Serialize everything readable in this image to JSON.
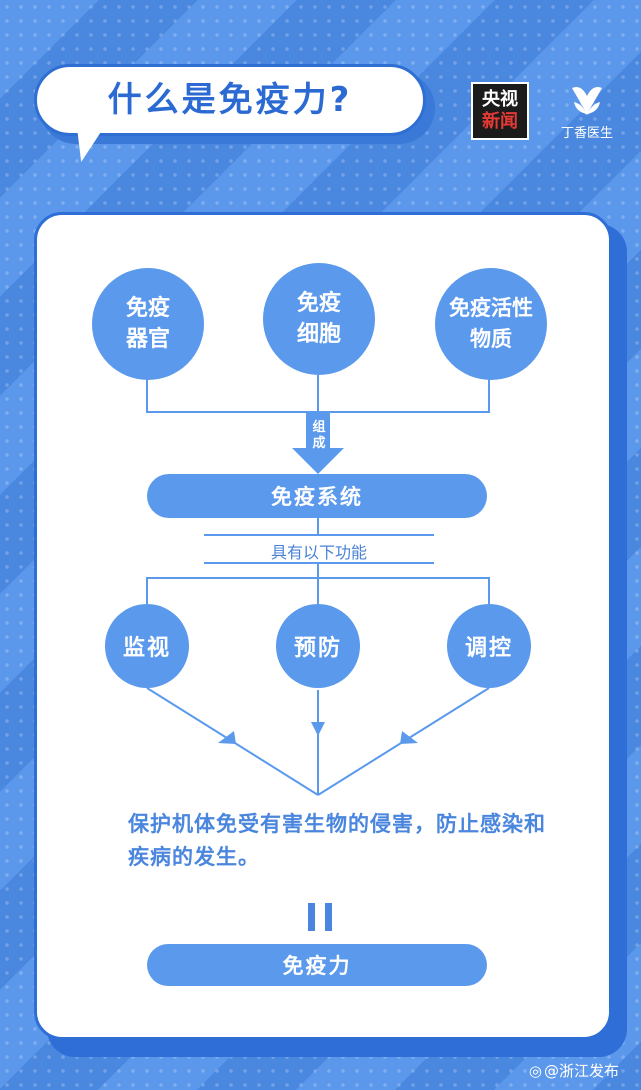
{
  "header": {
    "title": "什么是免疫力?",
    "cctv_line1": "央视",
    "cctv_line2": "新闻",
    "dxy_label": "丁香医生"
  },
  "components": [
    {
      "label": "免疫\n器官"
    },
    {
      "label": "免疫\n细胞"
    },
    {
      "label": "免疫活性\n物质"
    }
  ],
  "compose_label": "组\n成",
  "system_label": "免疫系统",
  "functions_caption": "具有以下功能",
  "functions": [
    "监视",
    "预防",
    "调控"
  ],
  "result_text": "保护机体免受有害生物的侵害，防止感染和疾病的发生。",
  "final_label": "免疫力",
  "watermark": "@浙江发布",
  "colors": {
    "primary": "#5b99ec",
    "dark": "#2d6fd6",
    "text": "#4a86dd"
  }
}
